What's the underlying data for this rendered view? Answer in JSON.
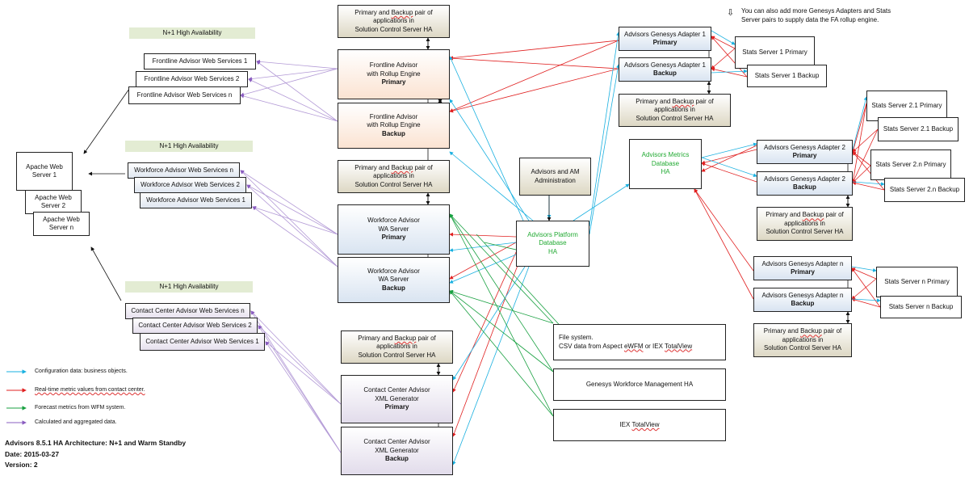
{
  "note": "You can also add more Genesys Adapters and Stats Server pairs to supply data the FA rollup engine.",
  "nplus": [
    "N+1 High Availability",
    "N+1 High Availability",
    "N+1 High Availability"
  ],
  "apache": [
    "Apache Web Server 1",
    "Apache Web Server 2",
    "Apache Web Server n"
  ],
  "frontline_ws": [
    "Frontline Advisor Web Services 1",
    "Frontline Advisor Web Services 2",
    "Frontline Advisor Web Services n"
  ],
  "workforce_ws": [
    "Workforce Advisor Web Services n",
    "Workforce Advisor Web Services 2",
    "Workforce Advisor Web Services 1"
  ],
  "contact_ws": [
    "Contact Center Advisor Web Services n",
    "Contact Center Advisor Web Services 2",
    "Contact Center Advisor Web Services 1"
  ],
  "scs": {
    "line1_a": "Primary and ",
    "line1_b": "Backup",
    "line1_c": " pair of",
    "line2": "applications in",
    "line3": "Solution Control Server HA"
  },
  "fa_primary": {
    "l1": "Frontline Advisor",
    "l2": "with Rollup Engine",
    "l3": "Primary"
  },
  "fa_backup": {
    "l1": "Frontline Advisor",
    "l2": "with Rollup Engine",
    "l3": "Backup"
  },
  "wa_primary": {
    "l1": "Workforce Advisor",
    "l2": "WA Server",
    "l3": "Primary"
  },
  "wa_backup": {
    "l1": "Workforce Advisor",
    "l2": "WA Server",
    "l3": "Backup"
  },
  "cc_primary": {
    "l1": "Contact Center Advisor",
    "l2": "XML Generator",
    "l3": "Primary"
  },
  "cc_backup": {
    "l1": "Contact Center Advisor",
    "l2": "XML Generator",
    "l3": "Backup"
  },
  "am_admin": {
    "l1": "Advisors and AM",
    "l2": "Administration"
  },
  "platform_db": {
    "l1": "Advisors Platform",
    "l2": "Database",
    "l3": "HA"
  },
  "metrics_db": {
    "l1": "Advisors Metrics",
    "l2": "Database",
    "l3": "HA"
  },
  "filesystem": {
    "l1": "File system.",
    "l2a": "CSV data from Aspect ",
    "l2b": "eWFM",
    "l2c": " or IEX ",
    "l2d": "TotalView"
  },
  "gwfm": "Genesys Workforce Management HA",
  "iex": {
    "a": "IEX ",
    "b": "TotalView"
  },
  "adapter1": {
    "primary": {
      "l1": "Advisors Genesys Adapter 1",
      "l2": "Primary"
    },
    "backup": {
      "l1": "Advisors Genesys Adapter 1",
      "l2": "Backup"
    }
  },
  "adapter2": {
    "primary": {
      "l1": "Advisors Genesys Adapter 2",
      "l2": "Primary"
    },
    "backup": {
      "l1": "Advisors Genesys Adapter 2",
      "l2": "Backup"
    }
  },
  "adaptern": {
    "primary": {
      "l1": "Advisors Genesys Adapter n",
      "l2": "Primary"
    },
    "backup": {
      "l1": "Advisors Genesys Adapter n",
      "l2": "Backup"
    }
  },
  "stats1": [
    "Stats Server 1 Primary",
    "Stats Server 1 Backup"
  ],
  "stats2": [
    "Stats Server 2.1 Primary",
    "Stats Server 2.1 Backup",
    "Stats Server 2.n Primary",
    "Stats Server 2.n Backup"
  ],
  "statsn": [
    "Stats Server n Primary",
    "Stats Server n Backup"
  ],
  "legend": [
    {
      "label": "Configuration data:  business objects.",
      "color": "#1ab0e0"
    },
    {
      "label": "Real-time metric values from contact center.",
      "color": "#e02020"
    },
    {
      "label": "Forecast metrics from WFM system.",
      "color": "#18a040"
    },
    {
      "label": "Calculated and aggregated data.",
      "color": "#8a5cc0"
    }
  ],
  "footer": [
    "Advisors 8.5.1 HA Architecture: N+1 and Warm Standby",
    "Date: 2015-03-27",
    "Version: 2"
  ]
}
